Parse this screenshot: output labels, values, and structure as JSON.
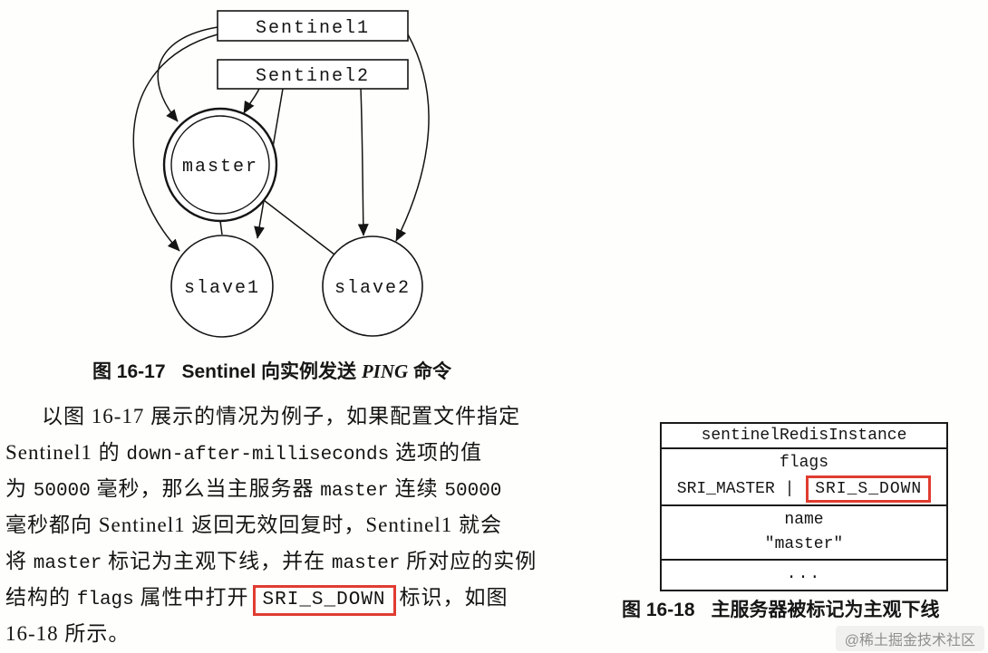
{
  "colors": {
    "highlight_box_red": "#e03c31",
    "ink": "#141414",
    "paper": "#fefefd"
  },
  "figure_ping": {
    "nodes": {
      "sentinel1": "Sentinel1",
      "sentinel2": "Sentinel2",
      "master": "master",
      "slave1": "slave1",
      "slave2": "slave2"
    },
    "caption": {
      "label": "图 16-17",
      "text_pre": "Sentinel 向实例发送 ",
      "text_italic": "PING",
      "text_post": " 命令"
    }
  },
  "paragraph": {
    "line1": "以图 16-17 展示的情况为例子，如果配置文件指定",
    "line2": {
      "a": "Sentinel1",
      "b": " 的 ",
      "c": "down-after-milliseconds",
      "d": " 选项的值"
    },
    "line3": {
      "a": "为 ",
      "b": "50000",
      "c": " 毫秒，那么当主服务器 ",
      "d": "master",
      "e": " 连续 ",
      "f": "50000"
    },
    "line4": {
      "a": "毫秒都向 ",
      "b": "Sentinel1",
      "c": " 返回无效回复时，",
      "d": "Sentinel1",
      "e": " 就会"
    },
    "line5": {
      "a": "将 ",
      "b": "master",
      "c": " 标记为主观下线，并在 ",
      "d": "master",
      "e": " 所对应的实例"
    },
    "line6": {
      "a": "结构的 ",
      "b": "flags",
      "c": " 属性中打开",
      "d": "SRI_S_DOWN",
      "e": "标识，如图"
    },
    "line7": "16-18 所示。"
  },
  "instance_struct": {
    "title": "sentinelRedisInstance",
    "flags_label": "flags",
    "flags_value_prefix": "SRI_MASTER | ",
    "flags_value_highlight": "SRI_S_DOWN",
    "name_label": "name",
    "name_value": "\"master\"",
    "more": "..."
  },
  "figure_struct_caption": {
    "label": "图 16-18",
    "text": "主服务器被标记为主观下线"
  },
  "watermark": "@稀土掘金技术社区"
}
